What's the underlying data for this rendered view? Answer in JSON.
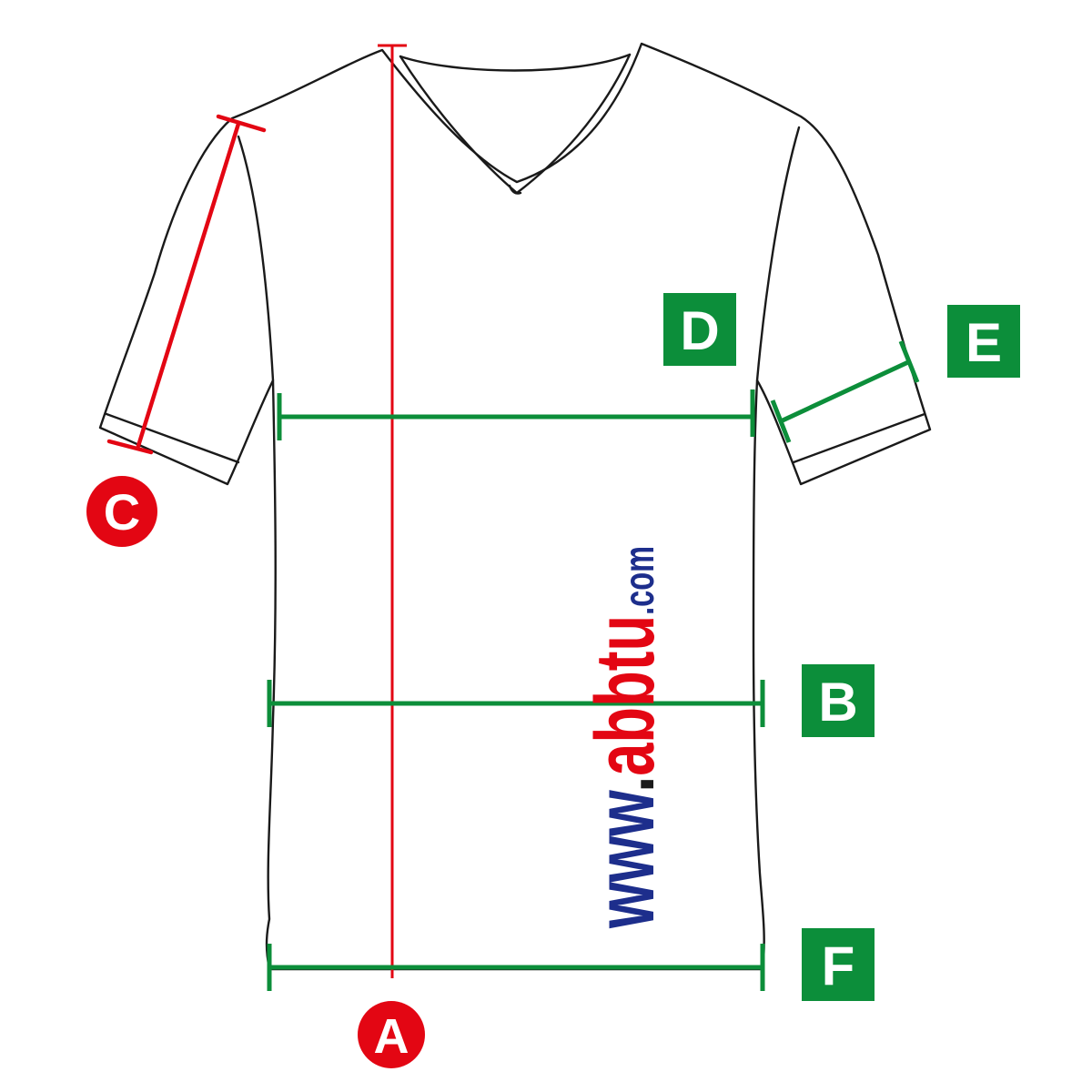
{
  "colors": {
    "outline": "#1a1a1a",
    "red": "#e30613",
    "green": "#0c8e3a",
    "navy": "#1d2e8c",
    "white": "#ffffff"
  },
  "labels": {
    "a": "A",
    "b": "B",
    "c": "C",
    "d": "D",
    "e": "E",
    "f": "F"
  },
  "watermark": {
    "www": "www",
    "dot": ".",
    "name": "abbtu",
    "tld": ".com"
  }
}
